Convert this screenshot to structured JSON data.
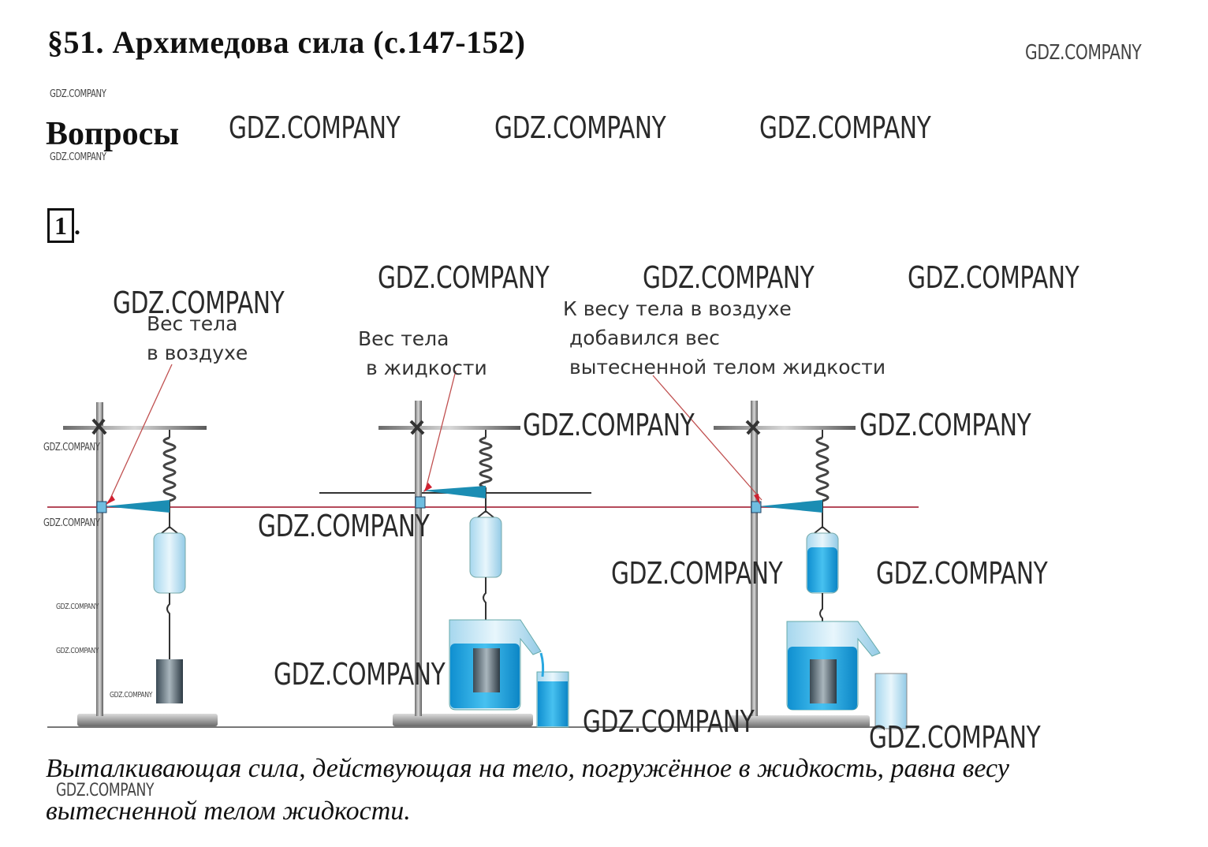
{
  "header": {
    "title": "§51. Архимедова сила (с.147-152)",
    "section": "Вопросы",
    "question_number": "1",
    "question_suffix": "."
  },
  "figure": {
    "label_air": [
      "Вес тела",
      "в воздухе"
    ],
    "label_liquid": [
      "Вес тела",
      "в жидкости"
    ],
    "label_added": [
      "К весу тела в воздухе",
      "добавился вес",
      "вытесненной телом жидкости"
    ],
    "colors": {
      "water": "#1aa7e0",
      "water_light": "#bfe6f6",
      "marker_line": "#b54a5a",
      "pointer": "#1b8db3"
    }
  },
  "answer": {
    "text": "Выталкивающая сила, действующая на тело, погружённое в жидкость, равна весу вытесненной телом жидкости."
  },
  "watermark": "GDZ.COMPANY"
}
